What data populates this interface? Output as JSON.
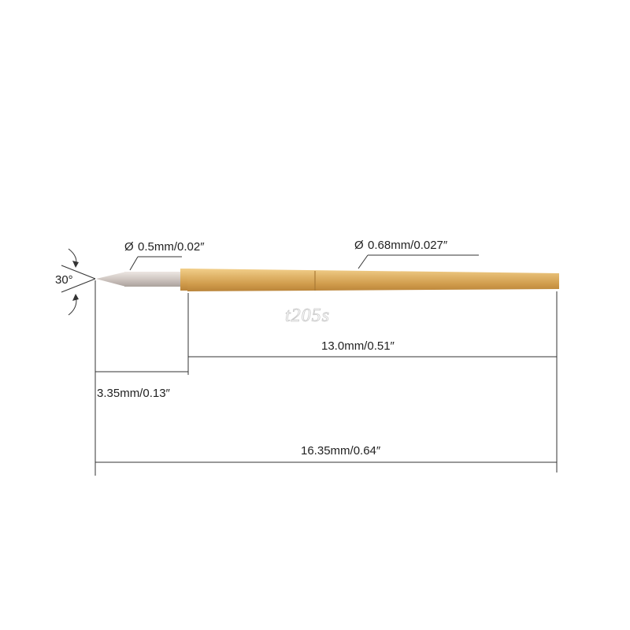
{
  "tip_angle": "30°",
  "tip_diameter": {
    "symbol": "Ø",
    "text": "0.5mm/0.02″"
  },
  "barrel_diameter": {
    "symbol": "Ø",
    "text": "0.68mm/0.027″"
  },
  "watermark": "t205s",
  "dim_barrel_length": "13.0mm/0.51″",
  "dim_tip_length": "3.35mm/0.13″",
  "dim_total_length": "16.35mm/0.64″",
  "colors": {
    "barrel_gold": "#d8a85a",
    "tip_silver": "#cfc7c2",
    "line": "#333333"
  }
}
